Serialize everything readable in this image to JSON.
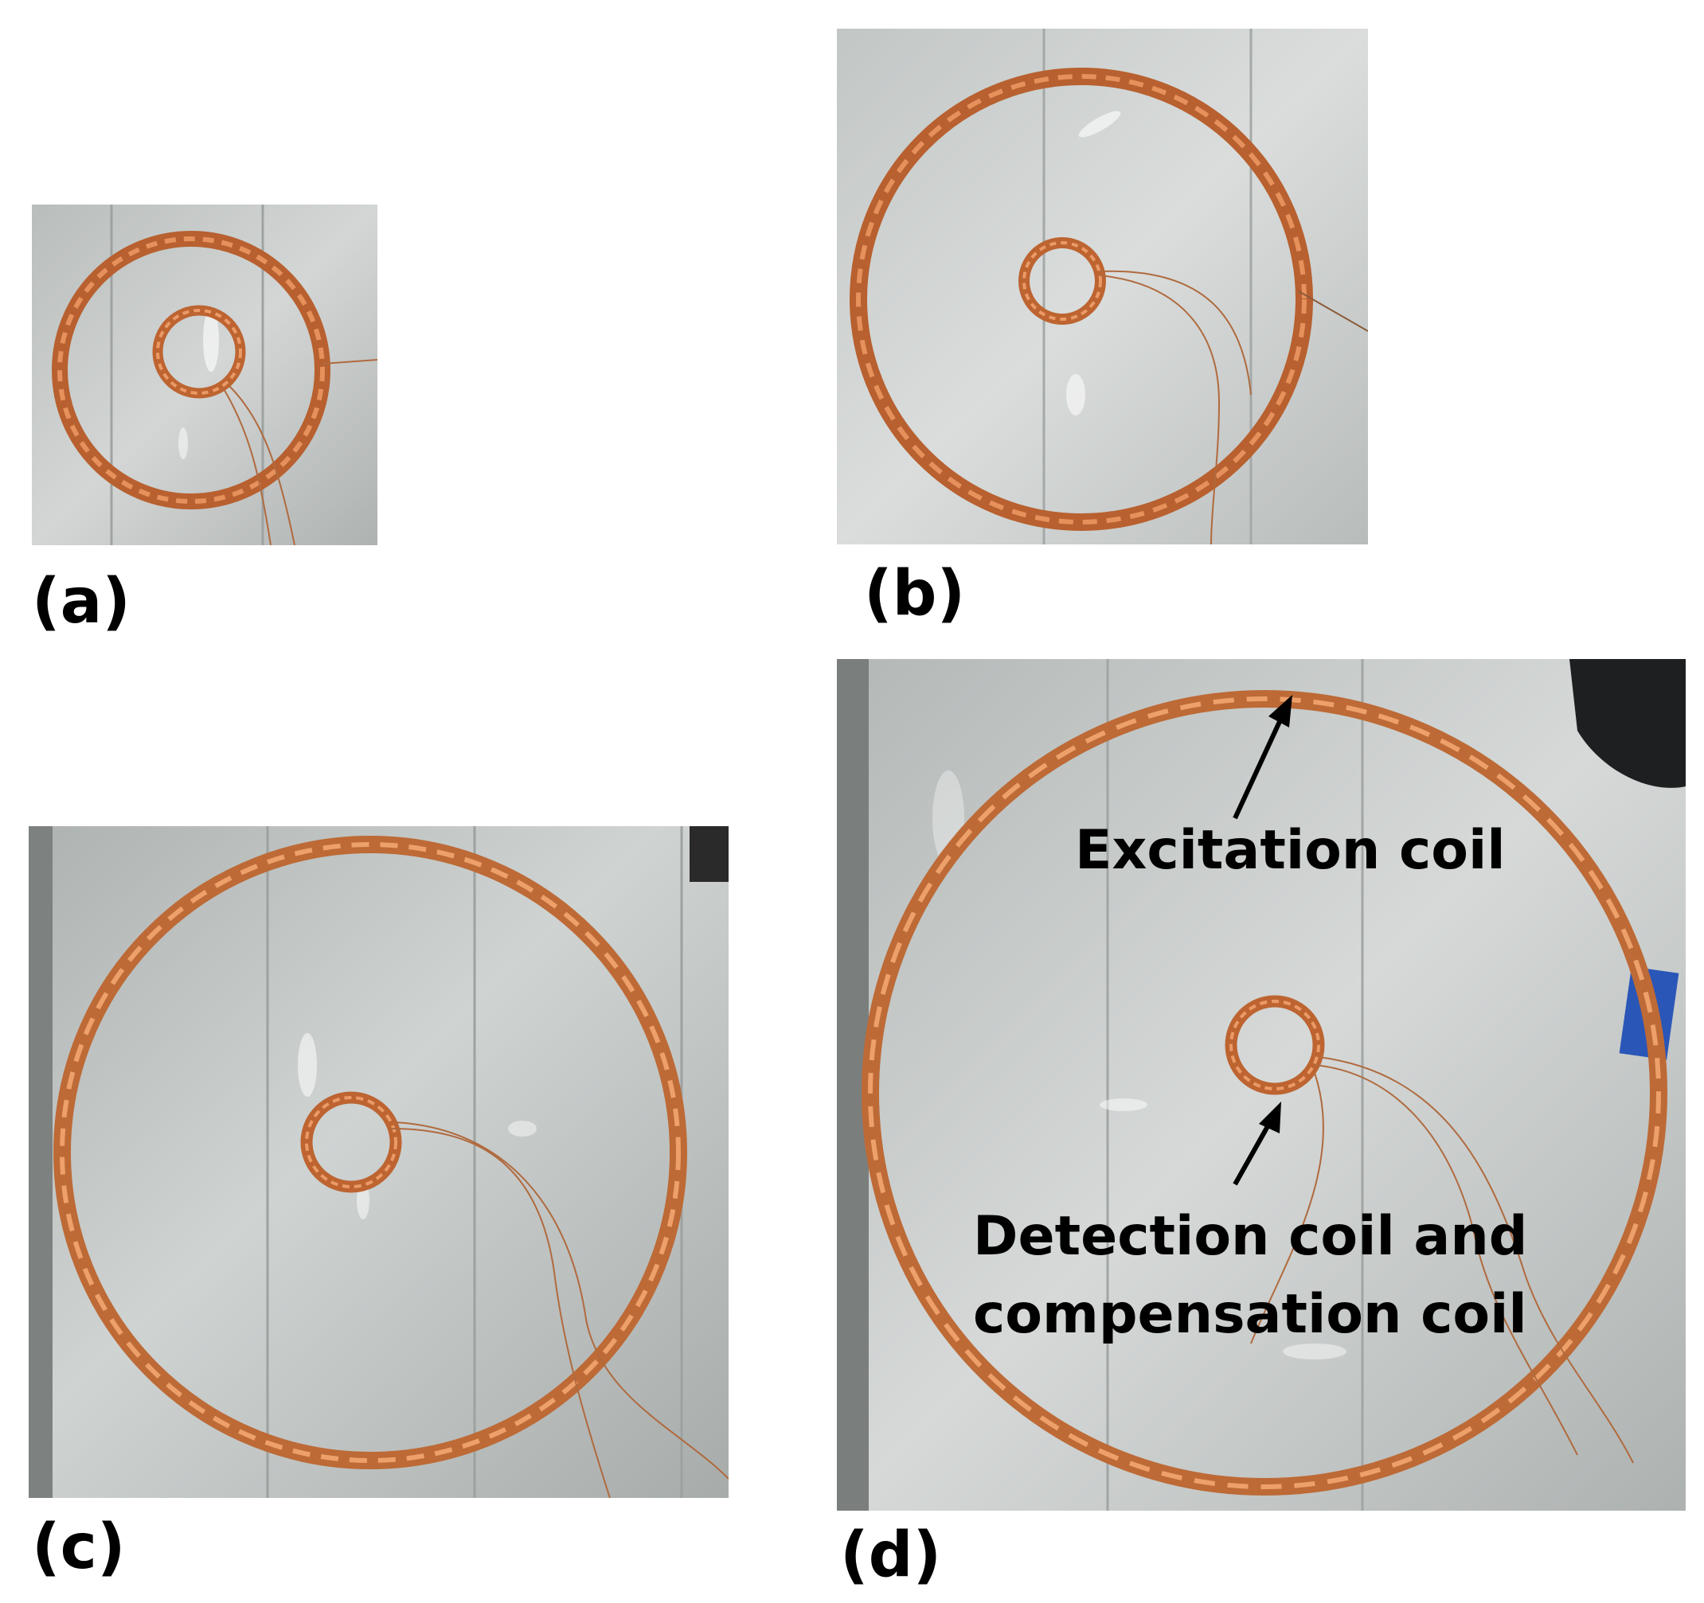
{
  "figure": {
    "panels": [
      {
        "id": "a",
        "label": "(a)"
      },
      {
        "id": "b",
        "label": "(b)"
      },
      {
        "id": "c",
        "label": "(c)"
      },
      {
        "id": "d",
        "label": "(d)"
      }
    ],
    "annotations": {
      "excitation": "Excitation coil",
      "detection_line1": "Detection coil and",
      "detection_line2": "compensation coil"
    }
  }
}
